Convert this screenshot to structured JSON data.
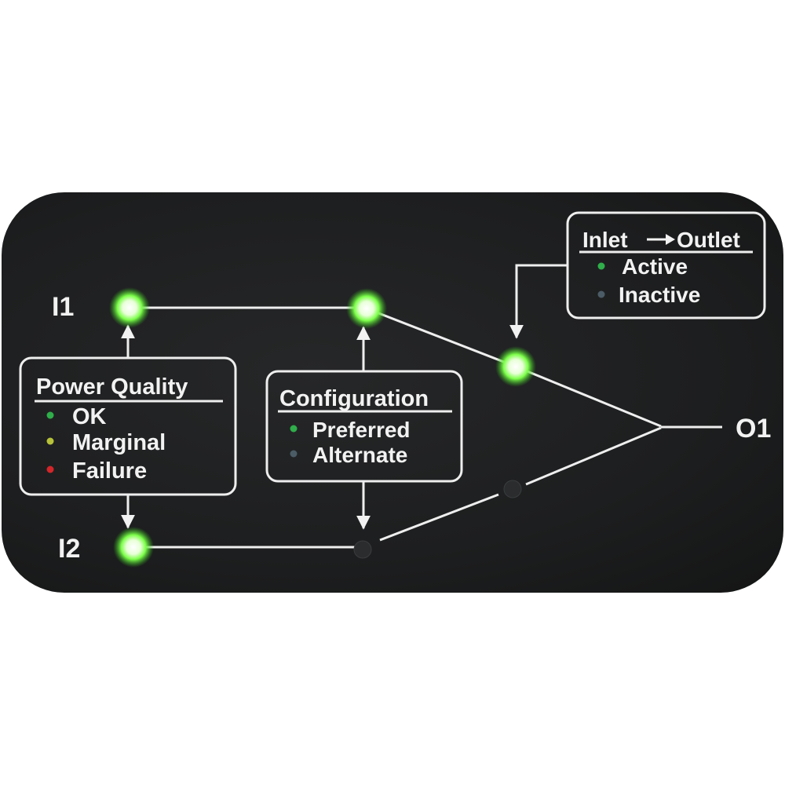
{
  "ports": {
    "input_1": "I1",
    "input_2": "I2",
    "output_1": "O1"
  },
  "power_quality": {
    "title": "Power Quality",
    "items": [
      {
        "label": "OK",
        "color": "#2fae4a"
      },
      {
        "label": "Marginal",
        "color": "#b7c23a"
      },
      {
        "label": "Failure",
        "color": "#d2262a"
      }
    ]
  },
  "configuration": {
    "title": "Configuration",
    "items": [
      {
        "label": "Preferred",
        "color": "#2fae4a"
      },
      {
        "label": "Alternate",
        "color": "#4b5c66"
      }
    ]
  },
  "inlet_outlet": {
    "title_left": "Inlet",
    "title_right": "Outlet",
    "items": [
      {
        "label": "Active",
        "color": "#2fae4a"
      },
      {
        "label": "Inactive",
        "color": "#4b5c66"
      }
    ]
  },
  "leds": {
    "i1": "lit",
    "i2": "lit",
    "config_top": "lit",
    "config_bottom": "off",
    "inlet_upper": "lit",
    "inlet_lower": "off",
    "lit_color": "#7dff4a",
    "off_color": "#2a2c2d"
  }
}
